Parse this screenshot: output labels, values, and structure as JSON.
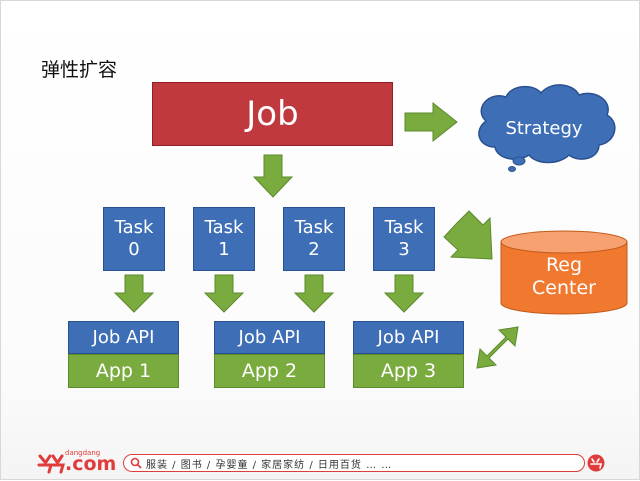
{
  "title": "弹性扩容",
  "job": "Job",
  "strategy": "Strategy",
  "tasks": [
    {
      "name": "Task",
      "num": "0"
    },
    {
      "name": "Task",
      "num": "1"
    },
    {
      "name": "Task",
      "num": "2"
    },
    {
      "name": "Task",
      "num": "3"
    }
  ],
  "apps": [
    {
      "api": "Job API",
      "app": "App 1"
    },
    {
      "api": "Job API",
      "app": "App 2"
    },
    {
      "api": "Job API",
      "app": "App 3"
    }
  ],
  "reg_center": {
    "line1": "Reg",
    "line2": "Center"
  },
  "footer": {
    "logo": ".com",
    "logo_small": "dangdang",
    "search_text": "服装 / 图书 / 孕婴童 / 家居家纺 / 日用百货 … …"
  },
  "colors": {
    "job": "#c0393f",
    "task": "#3e6fb6",
    "app": "#7aab3f",
    "arrow": "#7aab3f",
    "reg_center": "#f0782f",
    "strategy": "#3e6fb6",
    "brand": "#e03c3c"
  }
}
